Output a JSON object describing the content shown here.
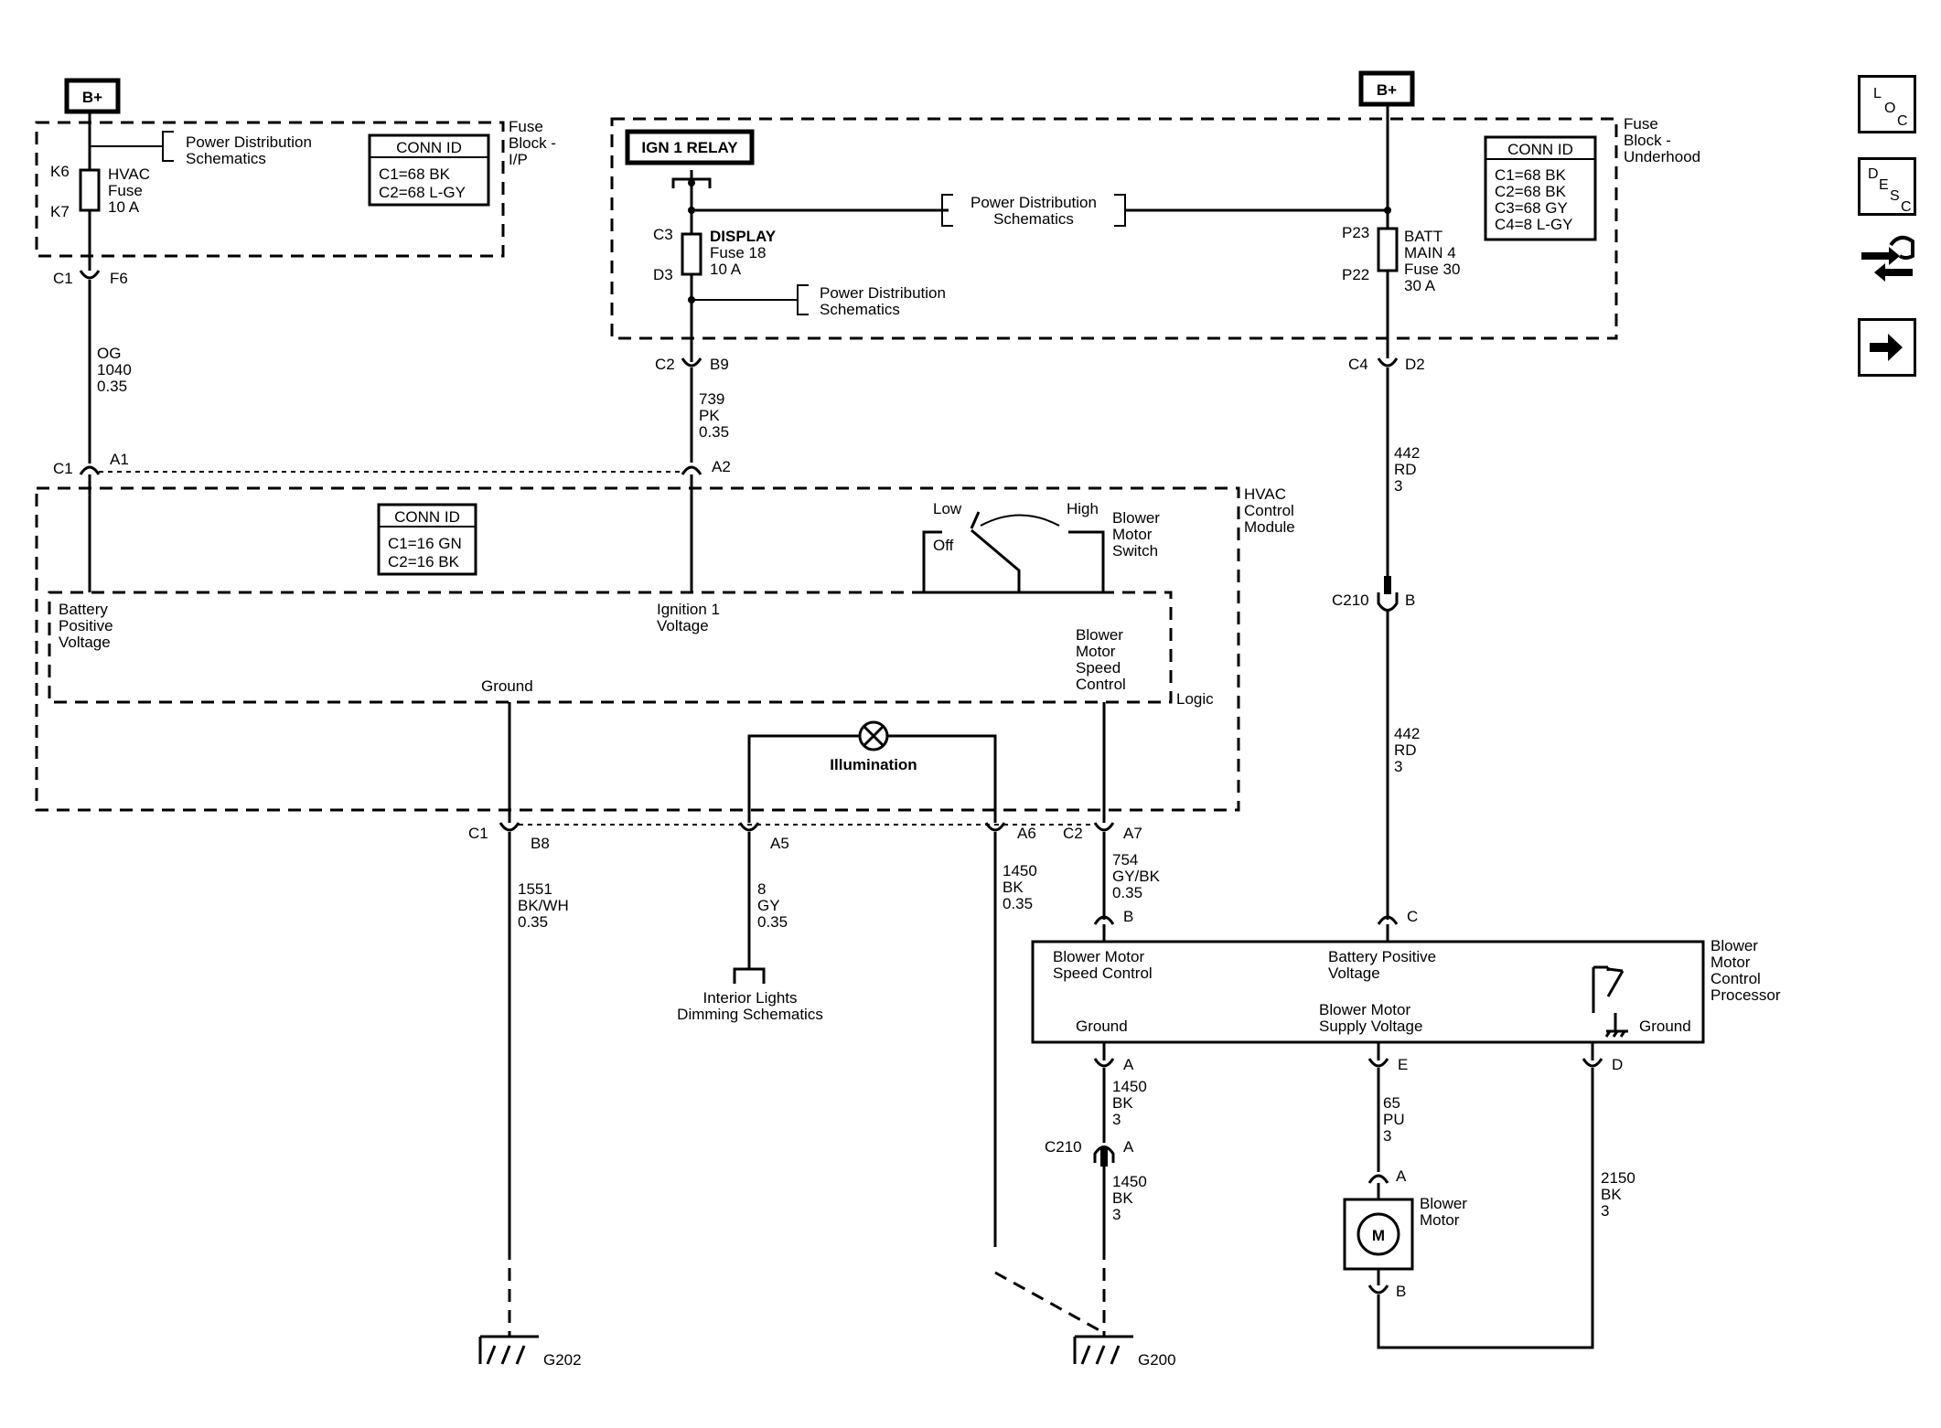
{
  "sources": {
    "bplus_left": "B+",
    "bplus_right": "B+",
    "ign1_relay": "IGN 1 RELAY"
  },
  "blocks": {
    "fuse_block_ip": [
      "Fuse",
      "Block -",
      "I/P"
    ],
    "fuse_block_underhood": [
      "Fuse",
      "Block -",
      "Underhood"
    ],
    "hvac_control_module": [
      "HVAC",
      "Control",
      "Module"
    ],
    "blower_motor_control_processor": [
      "Blower",
      "Motor",
      "Control",
      "Processor"
    ],
    "logic": "Logic"
  },
  "conn_id": {
    "fuse_block_ip": {
      "title": "CONN ID",
      "lines": [
        "C1=68 BK",
        "C2=68 L-GY"
      ]
    },
    "fuse_block_underhood": {
      "title": "CONN ID",
      "lines": [
        "C1=68 BK",
        "C2=68 BK",
        "C3=68 GY",
        "C4=8 L-GY"
      ]
    },
    "hvac_module": {
      "title": "CONN ID",
      "lines": [
        "C1=16 GN",
        "C2=16 BK"
      ]
    }
  },
  "refs": {
    "power_distribution": [
      "Power Distribution",
      "Schematics"
    ],
    "interior_lights": [
      "Interior Lights",
      "Dimming Schematics"
    ]
  },
  "fuses": {
    "hvac": {
      "name": [
        "HVAC",
        "Fuse",
        "10 A"
      ],
      "pin_top": "K6",
      "pin_bottom": "K7"
    },
    "display": {
      "name": [
        "DISPLAY",
        "Fuse 18",
        "10 A"
      ],
      "pin_top": "C3",
      "pin_bottom": "D3"
    },
    "batt_main": {
      "name": [
        "BATT",
        "MAIN 4",
        "Fuse 30",
        "30 A"
      ],
      "pin_top": "P23",
      "pin_bottom": "P22"
    }
  },
  "connectors": {
    "c1_f6": [
      "C1",
      "F6"
    ],
    "c2_b9": [
      "C2",
      "B9"
    ],
    "c4_d2": [
      "C4",
      "D2"
    ],
    "c1_a1": [
      "C1",
      "A1"
    ],
    "a2": "A2",
    "c210_b": [
      "C210",
      "B"
    ],
    "c1_b8": [
      "C1",
      "B8"
    ],
    "a5": "A5",
    "a6": "A6",
    "c2_a7": [
      "C2",
      "A7"
    ],
    "bmcp_b": "B",
    "bmcp_c": "C",
    "bmcp_a": "A",
    "bmcp_e": "E",
    "bmcp_d": "D",
    "c210_a": [
      "C210",
      "A"
    ],
    "motor_a": "A",
    "motor_b": "B"
  },
  "wires": {
    "w1040": [
      "OG",
      "1040",
      "0.35"
    ],
    "w739": [
      "739",
      "PK",
      "0.35"
    ],
    "w442_top": [
      "442",
      "RD",
      "3"
    ],
    "w442_bottom": [
      "442",
      "RD",
      "3"
    ],
    "w1551": [
      "1551",
      "BK/WH",
      "0.35"
    ],
    "w8": [
      "8",
      "GY",
      "0.35"
    ],
    "w1450_a6": [
      "1450",
      "BK",
      "0.35"
    ],
    "w754": [
      "754",
      "GY/BK",
      "0.35"
    ],
    "w1450_top": [
      "1450",
      "BK",
      "3"
    ],
    "w1450_bottom": [
      "1450",
      "BK",
      "3"
    ],
    "w65": [
      "65",
      "PU",
      "3"
    ],
    "w2150": [
      "2150",
      "BK",
      "3"
    ]
  },
  "module_signals": {
    "battery_positive_voltage": [
      "Battery",
      "Positive",
      "Voltage"
    ],
    "ignition_1_voltage": [
      "Ignition 1",
      "Voltage"
    ],
    "blower_motor_speed_control": [
      "Blower",
      "Motor",
      "Speed",
      "Control"
    ],
    "ground": "Ground",
    "illumination": "Illumination"
  },
  "switch": {
    "low": "Low",
    "high": "High",
    "off": "Off",
    "name": [
      "Blower",
      "Motor",
      "Switch"
    ]
  },
  "processor_signals": {
    "speed_control": [
      "Blower Motor",
      "Speed Control"
    ],
    "battery_positive": [
      "Battery Positive",
      "Voltage"
    ],
    "ground_left": "Ground",
    "supply_voltage": [
      "Blower Motor",
      "Supply Voltage"
    ],
    "ground_right": "Ground"
  },
  "motor": {
    "symbol": "M",
    "name": [
      "Blower",
      "Motor"
    ]
  },
  "grounds": {
    "g202": "G202",
    "g200": "G200"
  },
  "side_toolbar": {
    "loc": [
      "L",
      "O",
      "C"
    ],
    "desc": [
      "D",
      "E",
      "S",
      "C"
    ]
  }
}
